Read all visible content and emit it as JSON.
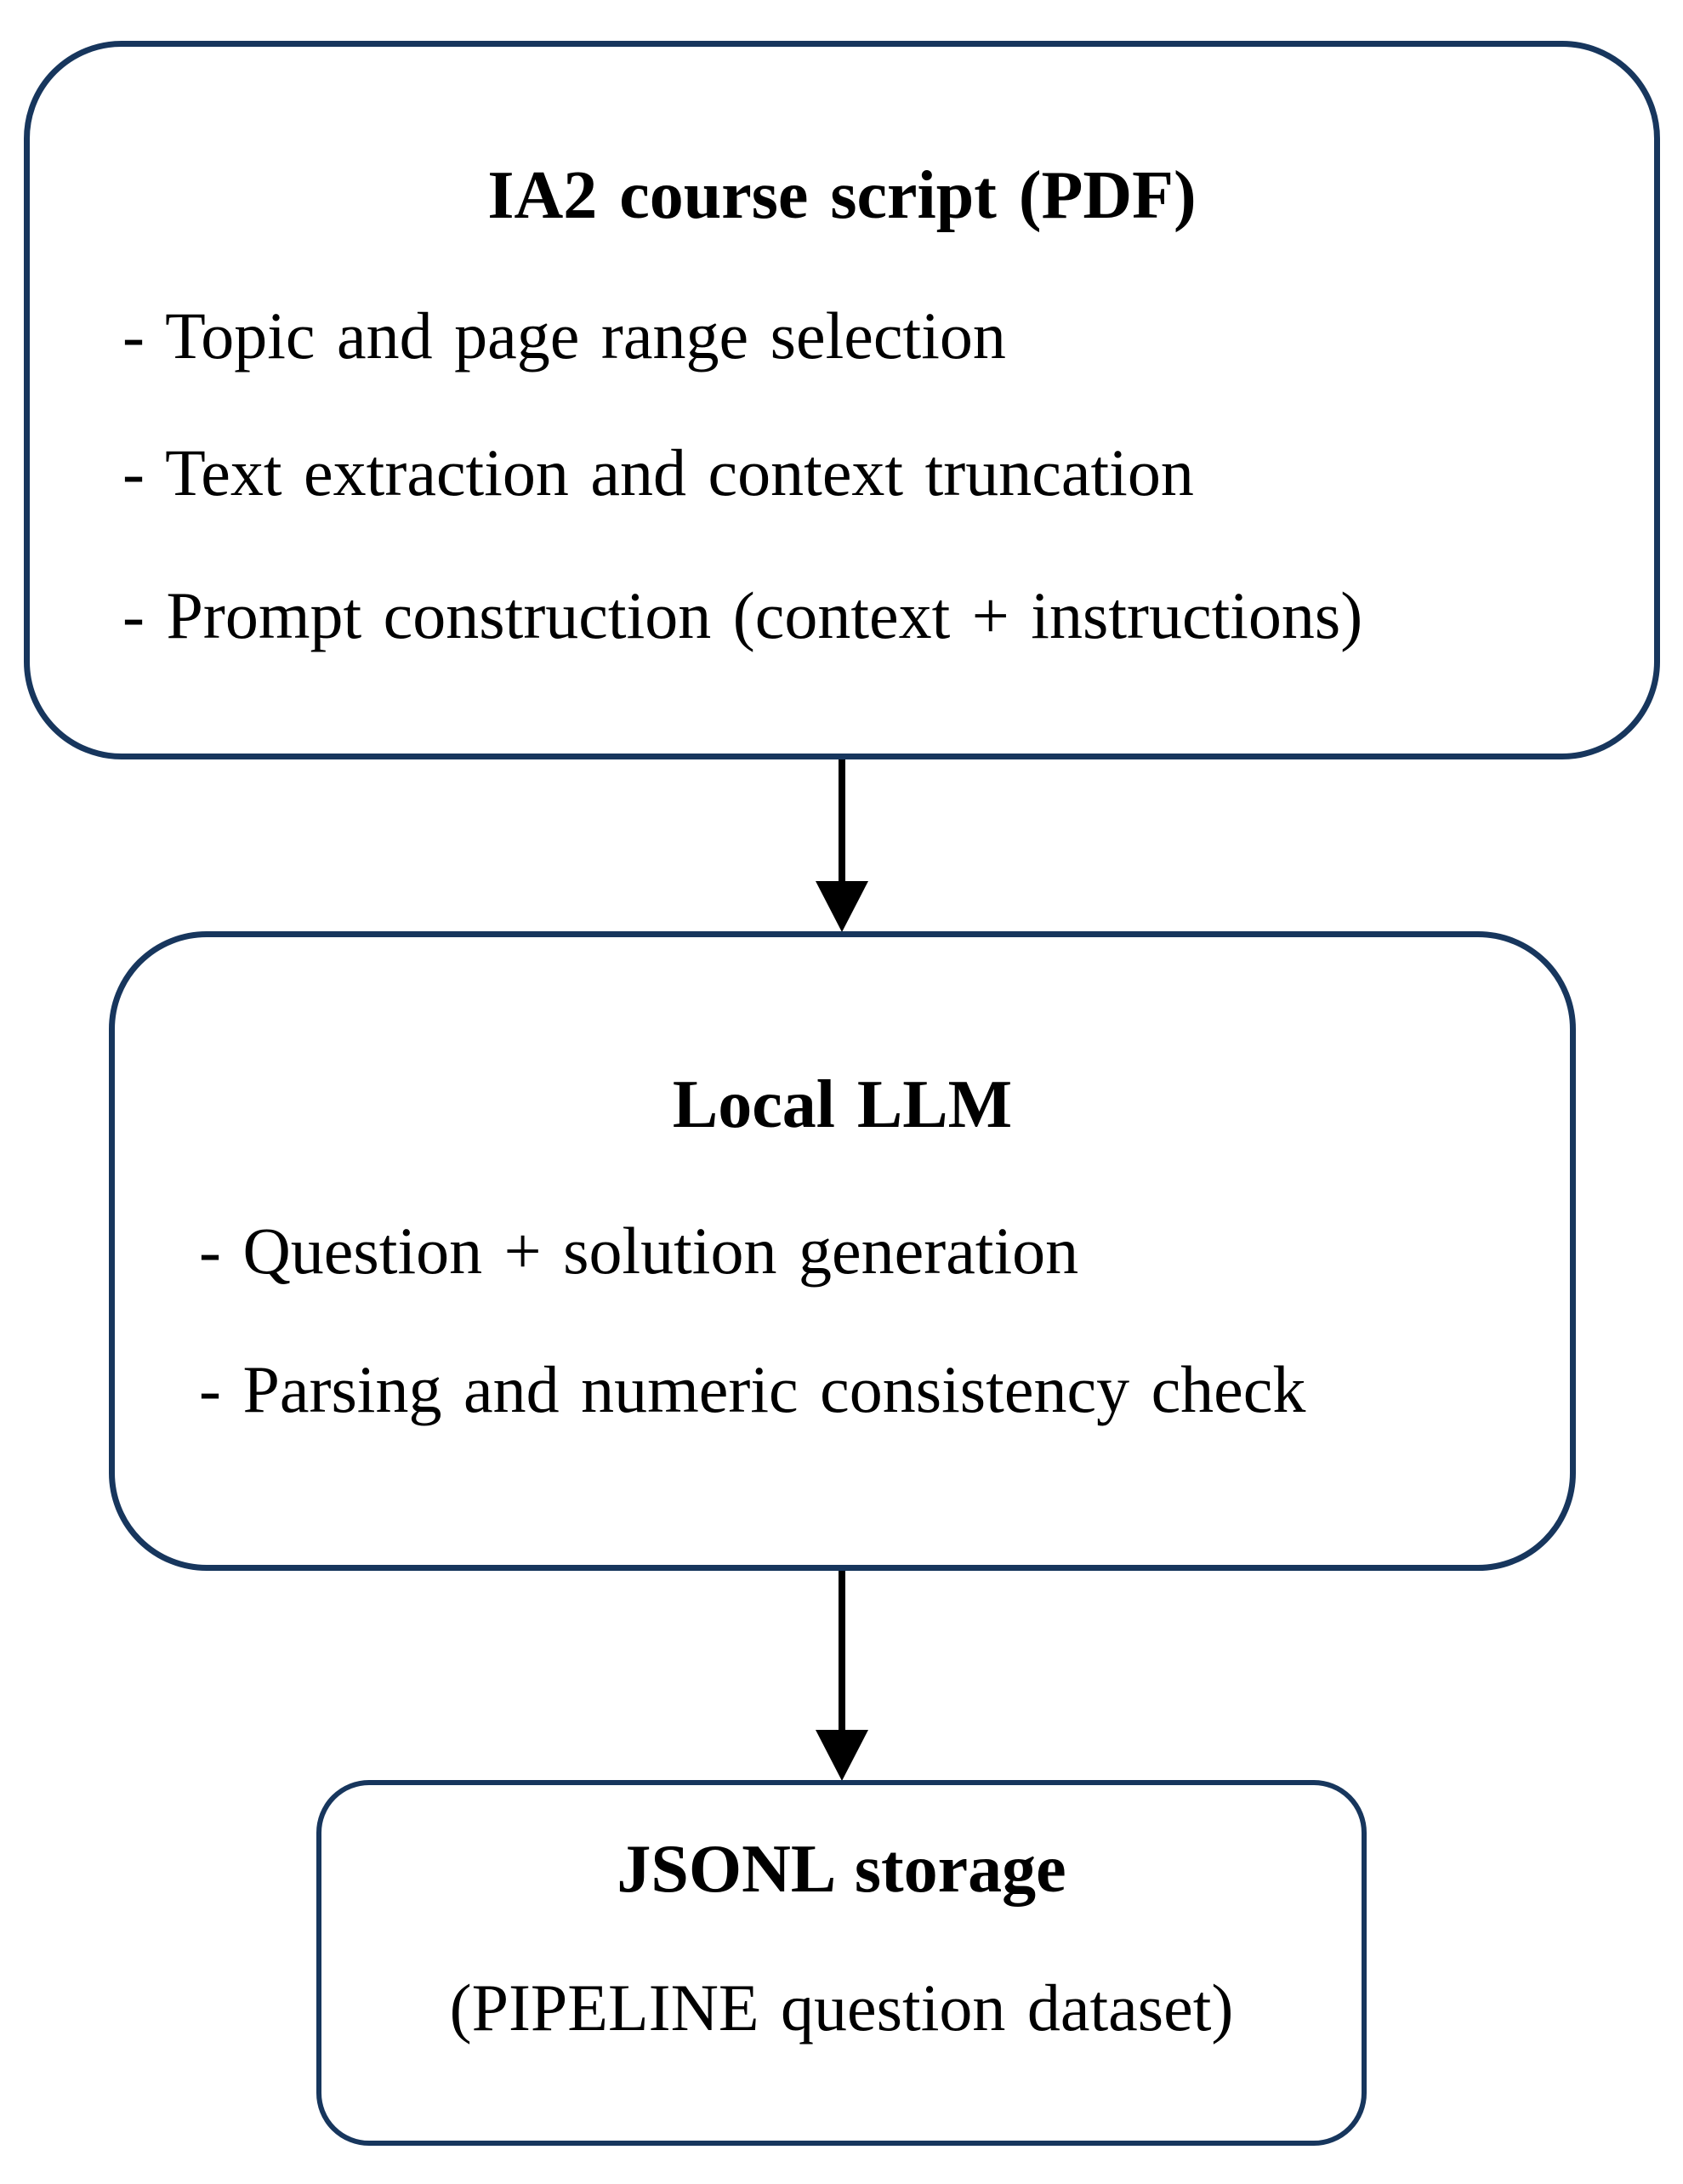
{
  "diagram": {
    "type": "flowchart",
    "direction": "top-to-bottom",
    "colors": {
      "box_border": "#17365d",
      "box_fill": "#ffffff",
      "arrow": "#000000",
      "text": "#000000",
      "background": "#ffffff"
    },
    "nodes": [
      {
        "id": "source",
        "title": "IA2 course script (PDF)",
        "bullets": [
          "- Topic and page range selection",
          "- Text extraction and context truncation",
          "- Prompt construction (context + instructions)"
        ]
      },
      {
        "id": "llm",
        "title": "Local LLM",
        "bullets": [
          "- Question + solution generation",
          "- Parsing and numeric consistency check"
        ]
      },
      {
        "id": "storage",
        "title": "JSONL storage",
        "subtitle": "(PIPELINE question dataset)"
      }
    ],
    "edges": [
      {
        "from": "source",
        "to": "llm",
        "style": "solid-arrow-down"
      },
      {
        "from": "llm",
        "to": "storage",
        "style": "solid-arrow-down"
      }
    ]
  }
}
